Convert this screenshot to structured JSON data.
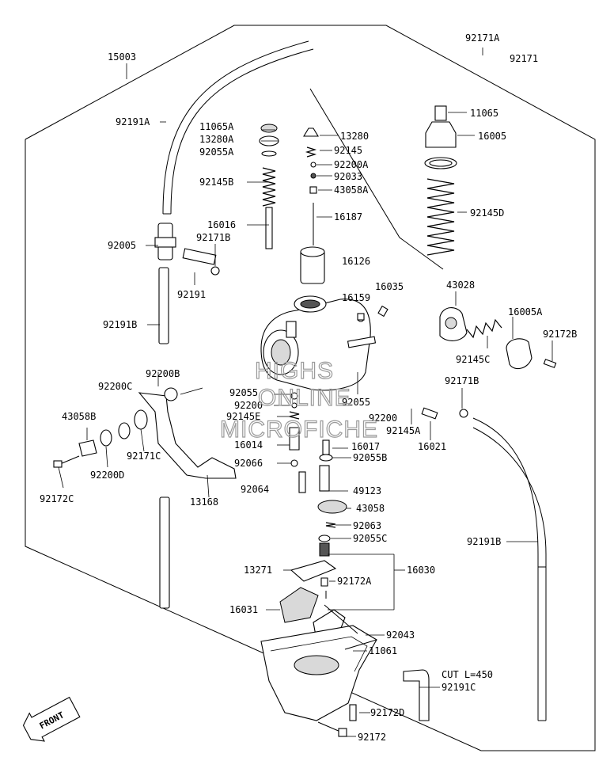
{
  "diagram": {
    "assembly_number": "15003",
    "watermark": [
      "HIGHS",
      "ONLINE",
      "MICROFICHE"
    ],
    "front_marker": "FRONT",
    "cut_note": "CUT L=450",
    "parts": [
      "92171A",
      "92171",
      "11065",
      "16005",
      "92145D",
      "11065A",
      "13280A",
      "92055A",
      "92145B",
      "16016",
      "92171B",
      "13280",
      "92145",
      "92200A",
      "92033",
      "43058A",
      "16187",
      "16126",
      "92005",
      "92191A",
      "92191",
      "92191B",
      "16035",
      "16159",
      "43028",
      "16005A",
      "92172B",
      "92145C",
      "92171B",
      "92200B",
      "92200C",
      "92055",
      "92200",
      "92145E",
      "16014",
      "92066",
      "92064",
      "92055",
      "92200",
      "92145A",
      "16021",
      "16017",
      "92055B",
      "43058B",
      "92172C",
      "92200D",
      "92171C",
      "13168",
      "49123",
      "43058",
      "92063",
      "92055C",
      "13271",
      "16030",
      "92172A",
      "16031",
      "92043",
      "11061",
      "92191B",
      "92191C",
      "92172D",
      "92172"
    ]
  }
}
